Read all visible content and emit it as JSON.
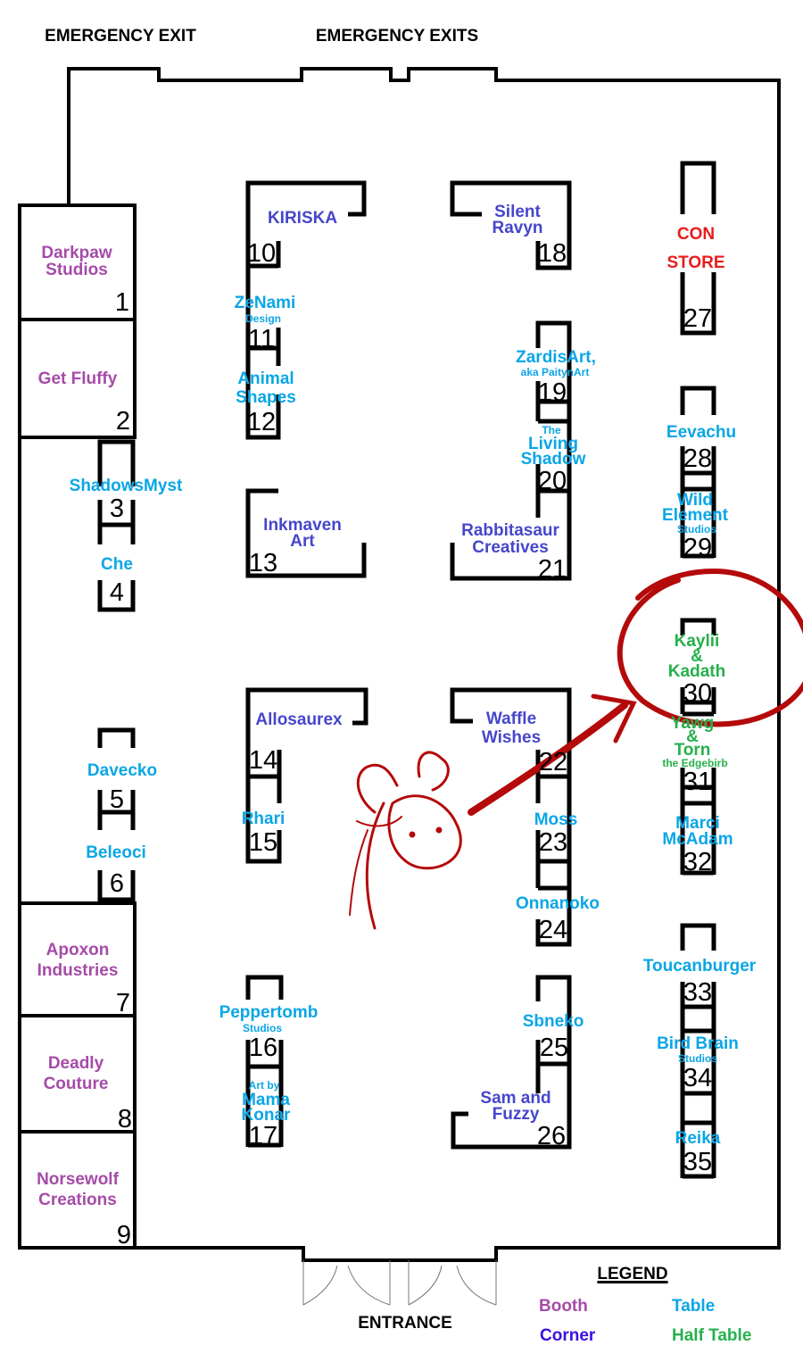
{
  "headers": {
    "exit": "EMERGENCY EXIT",
    "exits": "EMERGENCY EXITS",
    "entrance": "ENTRANCE"
  },
  "legend": {
    "title": "LEGEND",
    "booth": "Booth",
    "table": "Table",
    "corner": "Corner",
    "half": "Half Table",
    "colors": {
      "booth": "#a54ba8",
      "table": "#0aa6e6",
      "corner": "#4646cc",
      "half": "#26b04c",
      "store": "#e81c1c"
    }
  },
  "spots": {
    "s1": {
      "num": "1",
      "l1": "Darkpaw",
      "l2": "Studios"
    },
    "s2": {
      "num": "2",
      "l1": "Get Fluffy"
    },
    "s3": {
      "num": "3",
      "l1": "ShadowsMyst"
    },
    "s4": {
      "num": "4",
      "l1": "Che"
    },
    "s5": {
      "num": "5",
      "l1": "Davecko"
    },
    "s6": {
      "num": "6",
      "l1": "Beleoci"
    },
    "s7": {
      "num": "7",
      "l1": "Apoxon",
      "l2": "Industries"
    },
    "s8": {
      "num": "8",
      "l1": "Deadly",
      "l2": "Couture"
    },
    "s9": {
      "num": "9",
      "l1": "Norsewolf",
      "l2": "Creations"
    },
    "s10": {
      "num": "10",
      "l1": "KIRISKA"
    },
    "s11": {
      "num": "11",
      "l1": "ZeNami",
      "small": "Design"
    },
    "s12": {
      "num": "12",
      "l1": "Animal",
      "l2": "Shapes"
    },
    "s13": {
      "num": "13",
      "l1": "Inkmaven",
      "l2": "Art"
    },
    "s14": {
      "num": "14",
      "l1": "Allosaurex"
    },
    "s15": {
      "num": "15",
      "l1": "Rhari"
    },
    "s16": {
      "num": "16",
      "l1": "Peppertomb",
      "small": "Studios"
    },
    "s17": {
      "num": "17",
      "pre": "Art by",
      "l1": "Mama",
      "l2": "Konar"
    },
    "s18": {
      "num": "18",
      "l1": "Silent",
      "l2": "Ravyn"
    },
    "s19": {
      "num": "19",
      "l1": "ZardisArt,",
      "small": "aka PaitynArt"
    },
    "s20": {
      "num": "20",
      "pre": "The",
      "l1": "Living",
      "l2": "Shadow"
    },
    "s21": {
      "num": "21",
      "l1": "Rabbitasaur",
      "l2": "Creatives"
    },
    "s22": {
      "num": "22",
      "l1": "Waffle",
      "l2": "Wishes"
    },
    "s23": {
      "num": "23",
      "l1": "Moss"
    },
    "s24": {
      "num": "24",
      "l1": "Onnanoko"
    },
    "s25": {
      "num": "25",
      "l1": "Sbneko"
    },
    "s26": {
      "num": "26",
      "l1": "Sam and",
      "l2": "Fuzzy"
    },
    "s27": {
      "num": "27",
      "l1": "CON",
      "l2": "STORE"
    },
    "s28": {
      "num": "28",
      "l1": "Eevachu"
    },
    "s29": {
      "num": "29",
      "l1": "Wild",
      "l2": "Element",
      "small": "Studios"
    },
    "s30": {
      "num": "30",
      "l1": "Kaylii",
      "l2": "&",
      "l3": "Kadath"
    },
    "s31": {
      "num": "31",
      "l1": "Yawg",
      "l2": "&",
      "l3": "Torn",
      "small": "the Edgebirb"
    },
    "s32": {
      "num": "32",
      "l1": "Marci",
      "l2": "McAdam"
    },
    "s33": {
      "num": "33",
      "l1": "Toucanburger"
    },
    "s34": {
      "num": "34",
      "l1": "Bird Brain",
      "small": "Studios"
    },
    "s35": {
      "num": "35",
      "l1": "Reika"
    }
  }
}
